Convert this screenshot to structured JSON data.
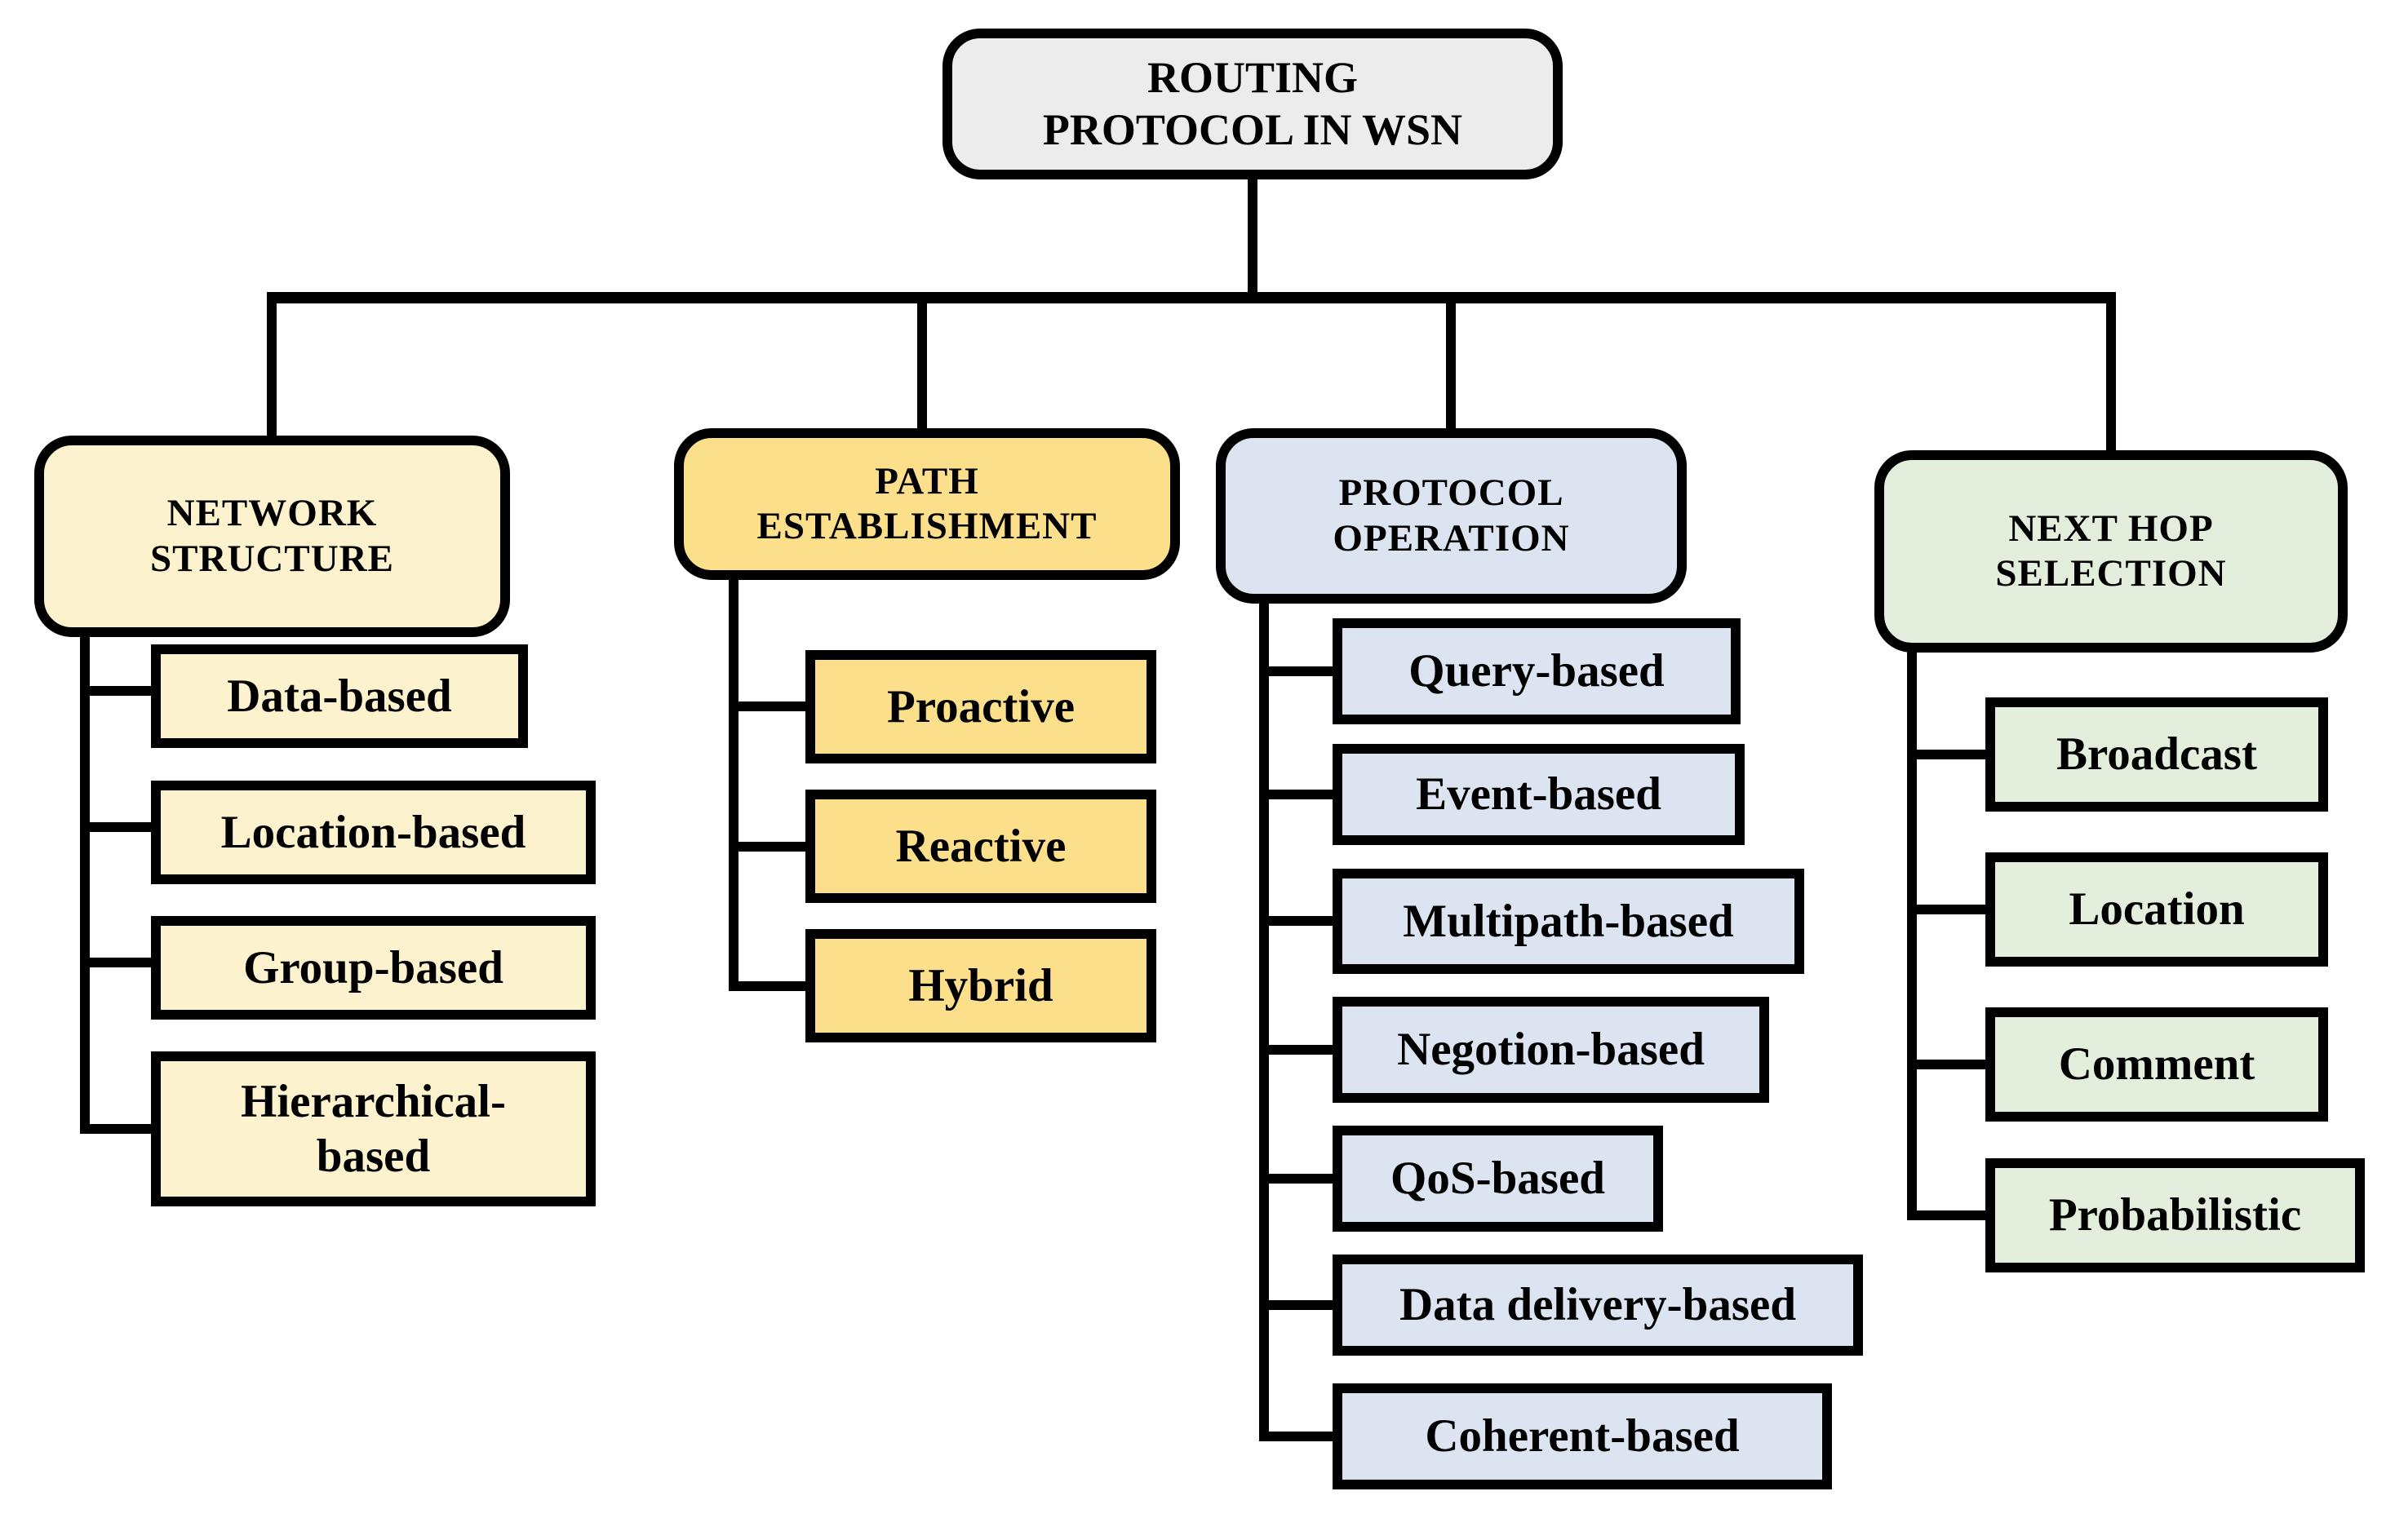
{
  "figure": {
    "type": "tree-diagram",
    "title": "ROUTING PROTOCOL IN WSN"
  },
  "root": {
    "label": "ROUTING\nPROTOCOL IN WSN",
    "fill": "#ECECEC"
  },
  "columns": [
    {
      "label": "NETWORK\nSTRUCTURE",
      "fill": "#FDF2CE",
      "children": [
        "Data-based",
        "Location-based",
        "Group-based",
        "Hierarchical-\nbased"
      ]
    },
    {
      "label": "PATH\nESTABLISHMENT",
      "fill": "#FBDF8B",
      "children": [
        "Proactive",
        "Reactive",
        "Hybrid"
      ]
    },
    {
      "label": "PROTOCOL\nOPERATION",
      "fill": "#DCE4F2",
      "children": [
        "Query-based",
        "Event-based",
        "Multipath-based",
        "Negotion-based",
        "QoS-based",
        "Data delivery-based",
        "Coherent-based"
      ]
    },
    {
      "label": "NEXT HOP\nSELECTION",
      "fill": "#E3EFDC",
      "children": [
        "Broadcast",
        "Location",
        "Comment",
        "Probabilistic"
      ]
    }
  ],
  "line_color": "#000000"
}
